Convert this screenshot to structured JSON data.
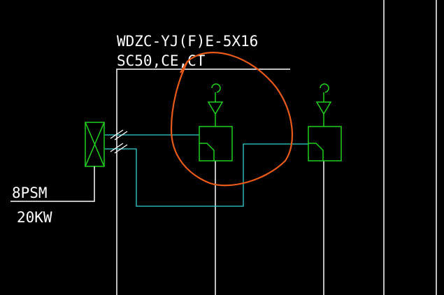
{
  "cable": {
    "spec": "WDZC-YJ(F)E-5X16",
    "conduit": "SC50,CE,CT"
  },
  "panel": {
    "name": "8PSM",
    "power": "20KW"
  },
  "colors": {
    "background": "#000000",
    "white_line": "#ffffff",
    "cable_line": "#35d0d0",
    "symbol_green": "#20d020",
    "markup_circle": "#e85a1a"
  },
  "icons": {
    "distribution_box": "crossed-box-icon",
    "fan_symbol": "fan-damper-icon",
    "markup": "revision-cloud-icon"
  }
}
